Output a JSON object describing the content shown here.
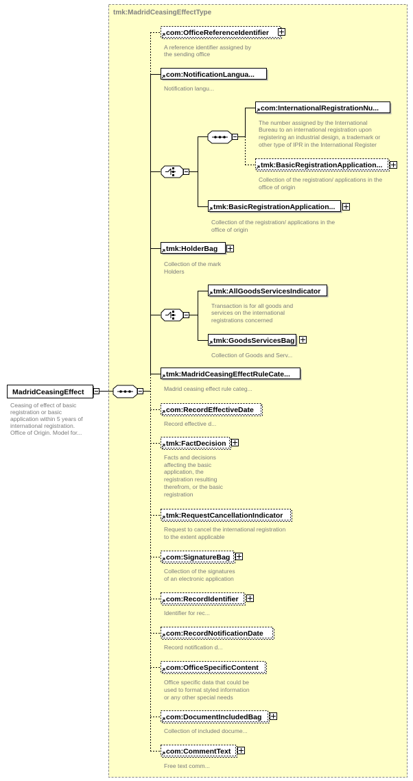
{
  "type_box": {
    "title": "tmk:MadridCeasingEffectType"
  },
  "root": {
    "name": "MadridCeasingEffect",
    "description": [
      "Ceasing of effect of basic",
      "registration or basic",
      "application within 5 years of",
      "international registration.",
      "Office of Origin. Model for..."
    ]
  },
  "sequence_compositor": {
    "name": "sequence-compositor"
  },
  "elements": [
    {
      "name": "com:OfficeReferenceIdentifier",
      "optional": true,
      "expandable": true,
      "description": [
        "A reference identifier assigned by",
        "the sending office"
      ]
    },
    {
      "name": "com:NotificationLangua...",
      "optional": false,
      "expandable": false,
      "description": [
        "Notification langu..."
      ]
    },
    {
      "name": "choice-1",
      "choice": true,
      "children": [
        {
          "name": "sequence-inner",
          "sequence": true,
          "children": [
            {
              "name": "com:InternationalRegistrationNu...",
              "optional": false,
              "expandable": false,
              "description": [
                "The number assigned by the International",
                "Bureau to an international registration upon",
                "registering an industrial design, a trademark or",
                "other type of IPR in the International Register"
              ]
            },
            {
              "name": "tmk:BasicRegistrationApplication...",
              "optional": true,
              "expandable": true,
              "description": [
                "Collection of the registration/ applications in the",
                "office of origin"
              ]
            }
          ]
        },
        {
          "name": "tmk:BasicRegistrationApplication...",
          "optional": false,
          "expandable": true,
          "description": [
            "Collection of the registration/ applications in the",
            "office of origin"
          ]
        }
      ]
    },
    {
      "name": "tmk:HolderBag",
      "optional": false,
      "expandable": true,
      "description": [
        "Collection of the mark",
        "Holders"
      ]
    },
    {
      "name": "choice-2",
      "choice": true,
      "children": [
        {
          "name": "tmk:AllGoodsServicesIndicator",
          "optional": false,
          "expandable": false,
          "description": [
            "Transaction is for all goods and",
            "services on the international",
            "registrations concerned"
          ]
        },
        {
          "name": "tmk:GoodsServicesBag",
          "optional": false,
          "expandable": true,
          "description": [
            "Collection of Goods and Serv..."
          ]
        }
      ]
    },
    {
      "name": "tmk:MadridCeasingEffectRuleCate...",
      "optional": false,
      "expandable": false,
      "description": [
        "Madrid ceasing effect rule categ..."
      ]
    },
    {
      "name": "com:RecordEffectiveDate",
      "optional": true,
      "expandable": false,
      "description": [
        "Record effective d..."
      ]
    },
    {
      "name": "tmk:FactDecision",
      "optional": true,
      "expandable": true,
      "description": [
        "Facts and decisions",
        "affecting the basic",
        "application, the",
        "registration resulting",
        "therefrom, or the basic",
        "registration"
      ]
    },
    {
      "name": "tmk:RequestCancellationIndicator",
      "optional": true,
      "expandable": false,
      "description": [
        "Request to cancel the international registration",
        "to the extent applicable"
      ]
    },
    {
      "name": "com:SignatureBag",
      "optional": true,
      "expandable": true,
      "description": [
        "Collection of the signatures",
        "of an electronic application"
      ]
    },
    {
      "name": "com:RecordIdentifier",
      "optional": true,
      "expandable": true,
      "description": [
        "Identifier for rec..."
      ]
    },
    {
      "name": "com:RecordNotificationDate",
      "optional": true,
      "expandable": false,
      "description": [
        "Record notification d..."
      ]
    },
    {
      "name": "com:OfficeSpecificContent",
      "optional": true,
      "expandable": false,
      "description": [
        "Office specific data that could be",
        "used to format styled information",
        "or any other special needs"
      ]
    },
    {
      "name": "com:DocumentIncludedBag",
      "optional": true,
      "expandable": true,
      "description": [
        "Collection of included docume..."
      ]
    },
    {
      "name": "com:CommentText",
      "optional": true,
      "expandable": true,
      "description": [
        "Free text comm..."
      ]
    }
  ],
  "colors": {
    "type_bg": "#ffffc8",
    "type_border": "#808080",
    "desc_text": "#7a7a7a"
  }
}
